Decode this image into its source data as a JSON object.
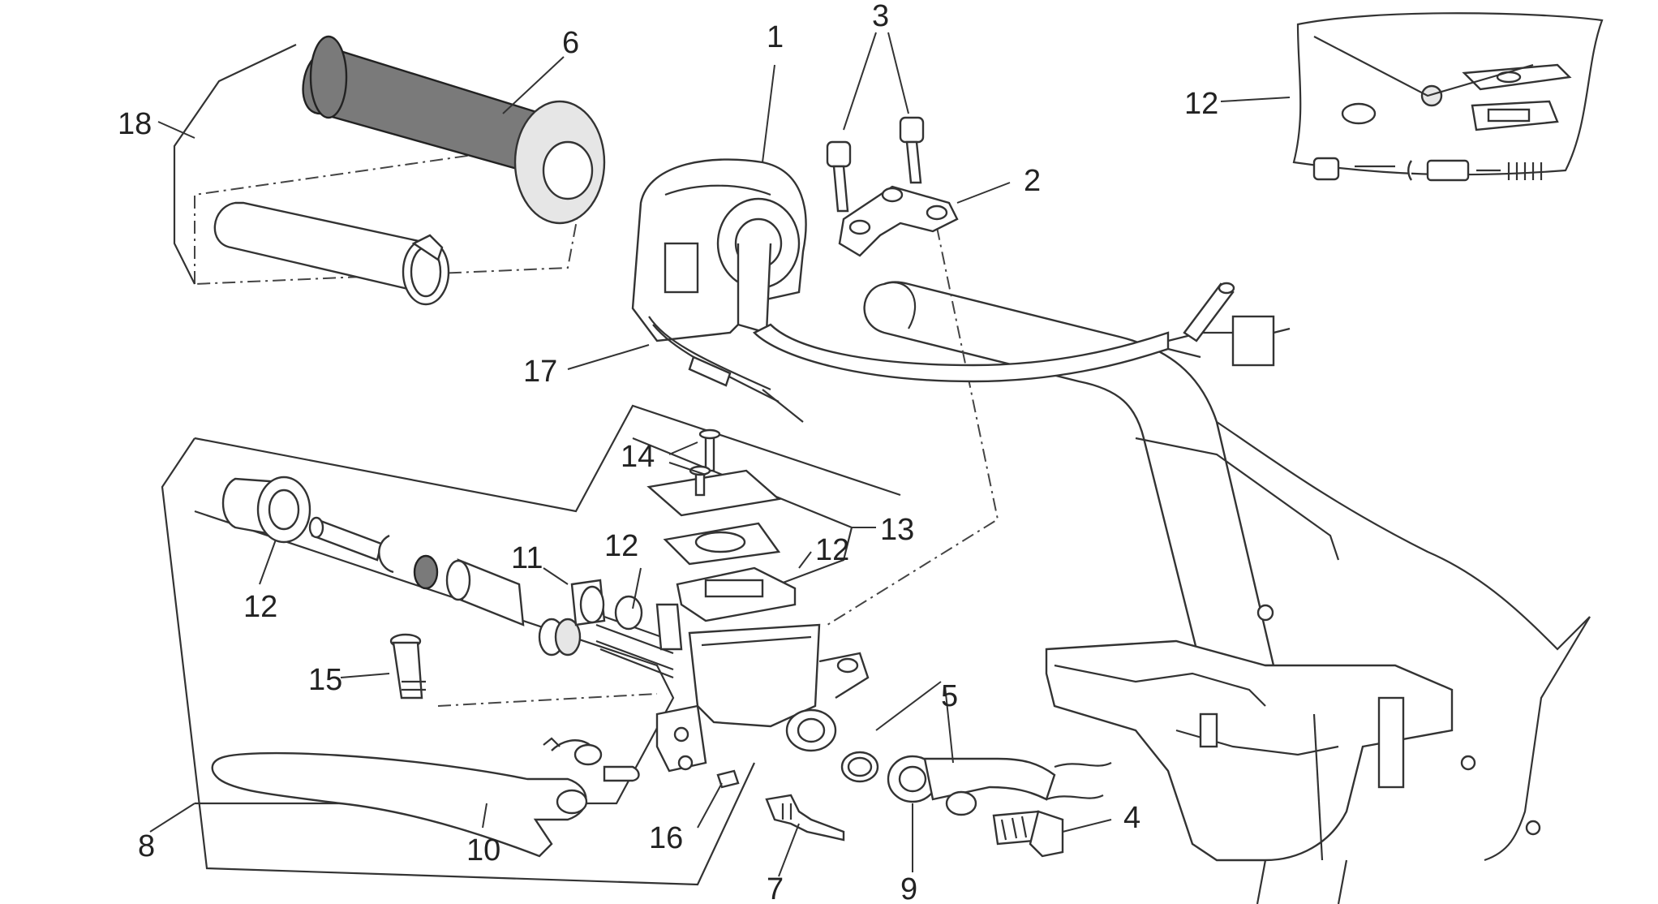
{
  "callouts": [
    {
      "id": "c1",
      "text": "1"
    },
    {
      "id": "c2",
      "text": "2"
    },
    {
      "id": "c3",
      "text": "3"
    },
    {
      "id": "c4",
      "text": "4"
    },
    {
      "id": "c5",
      "text": "5"
    },
    {
      "id": "c6",
      "text": "6"
    },
    {
      "id": "c7",
      "text": "7"
    },
    {
      "id": "c8",
      "text": "8"
    },
    {
      "id": "c9",
      "text": "9"
    },
    {
      "id": "c10",
      "text": "10"
    },
    {
      "id": "c11",
      "text": "11"
    },
    {
      "id": "c12a",
      "text": "12"
    },
    {
      "id": "c12b",
      "text": "12"
    },
    {
      "id": "c12c",
      "text": "12"
    },
    {
      "id": "c12d",
      "text": "12"
    },
    {
      "id": "c13",
      "text": "13"
    },
    {
      "id": "c14",
      "text": "14"
    },
    {
      "id": "c15",
      "text": "15"
    },
    {
      "id": "c16",
      "text": "16"
    },
    {
      "id": "c17",
      "text": "17"
    },
    {
      "id": "c18",
      "text": "18"
    }
  ]
}
